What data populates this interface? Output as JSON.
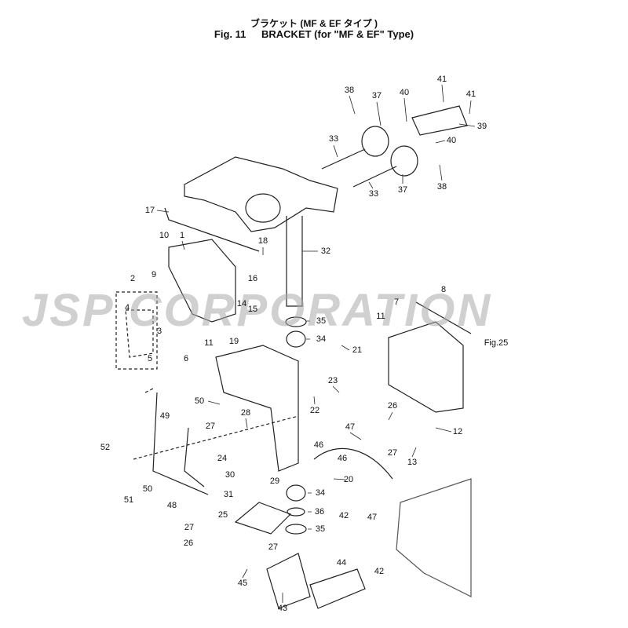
{
  "title": {
    "japanese": "ブラケット (MF & EF タイプ )",
    "fig_number": "Fig. 11",
    "english": "BRACKET (for \"MF & EF\" Type)"
  },
  "watermark": "JSP CORPORATION",
  "reference": "Fig.25",
  "part_labels": [
    "38",
    "37",
    "40",
    "41",
    "41",
    "39",
    "40",
    "33",
    "37",
    "38",
    "33",
    "17",
    "10",
    "1",
    "18",
    "9",
    "32",
    "16",
    "2",
    "14",
    "15",
    "4",
    "3",
    "8",
    "7",
    "11",
    "35",
    "34",
    "21",
    "5",
    "6",
    "11",
    "19",
    "23",
    "22",
    "26",
    "12",
    "50",
    "49",
    "28",
    "27",
    "47",
    "46",
    "27",
    "46",
    "13",
    "52",
    "24",
    "30",
    "29",
    "20",
    "51",
    "50",
    "48",
    "31",
    "34",
    "25",
    "36",
    "47",
    "42",
    "27",
    "35",
    "26",
    "27",
    "42",
    "44",
    "45",
    "43"
  ]
}
